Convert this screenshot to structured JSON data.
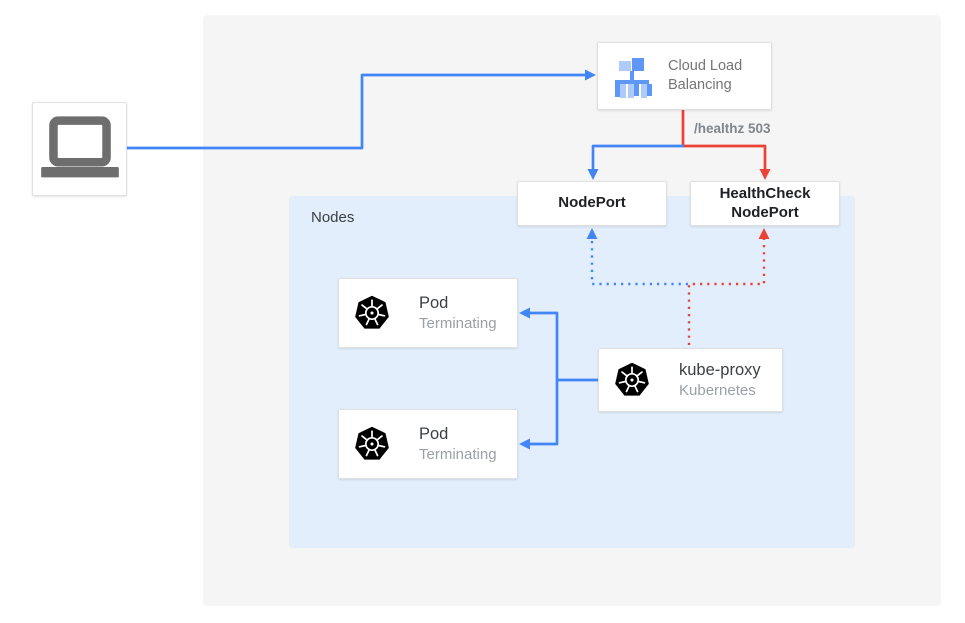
{
  "colors": {
    "blue": "#4285f4",
    "red": "#ea4335",
    "canvas_bg": "#f5f5f6",
    "nodes_bg": "#e2eefb",
    "k8s_blue": "#326ce5",
    "box_border": "#e0e0e0",
    "title_text": "#3c4043",
    "subtitle_text": "#9aa0a6",
    "clb_text": "#757575",
    "healthz_text": "#80868b",
    "laptop_gray": "#6e6e6e",
    "icon_blue_medium": "#5e97f6",
    "icon_blue_light": "#aecbfa"
  },
  "cloud_load_balancing": {
    "label": "Cloud Load Balancing"
  },
  "healthz_badge": "/healthz 503",
  "nodeport": {
    "label": "NodePort"
  },
  "healthcheck_nodeport": {
    "label": "HealthCheck NodePort"
  },
  "nodes_group": {
    "label": "Nodes"
  },
  "pods": [
    {
      "title": "Pod",
      "subtitle": "Terminating"
    },
    {
      "title": "Pod",
      "subtitle": "Terminating"
    }
  ],
  "kube_proxy": {
    "title": "kube-proxy",
    "subtitle": "Kubernetes"
  }
}
